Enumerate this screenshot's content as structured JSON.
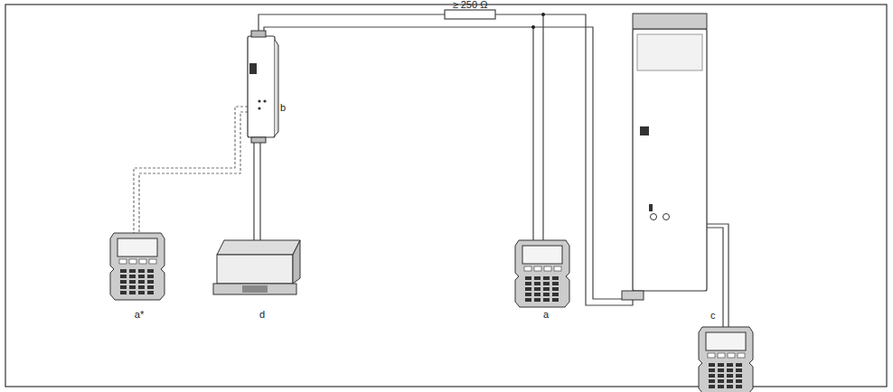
{
  "diagram": {
    "labels": [
      "≥ 250 Ω",
      "b",
      "a*",
      "d",
      "a",
      "c"
    ]
  }
}
